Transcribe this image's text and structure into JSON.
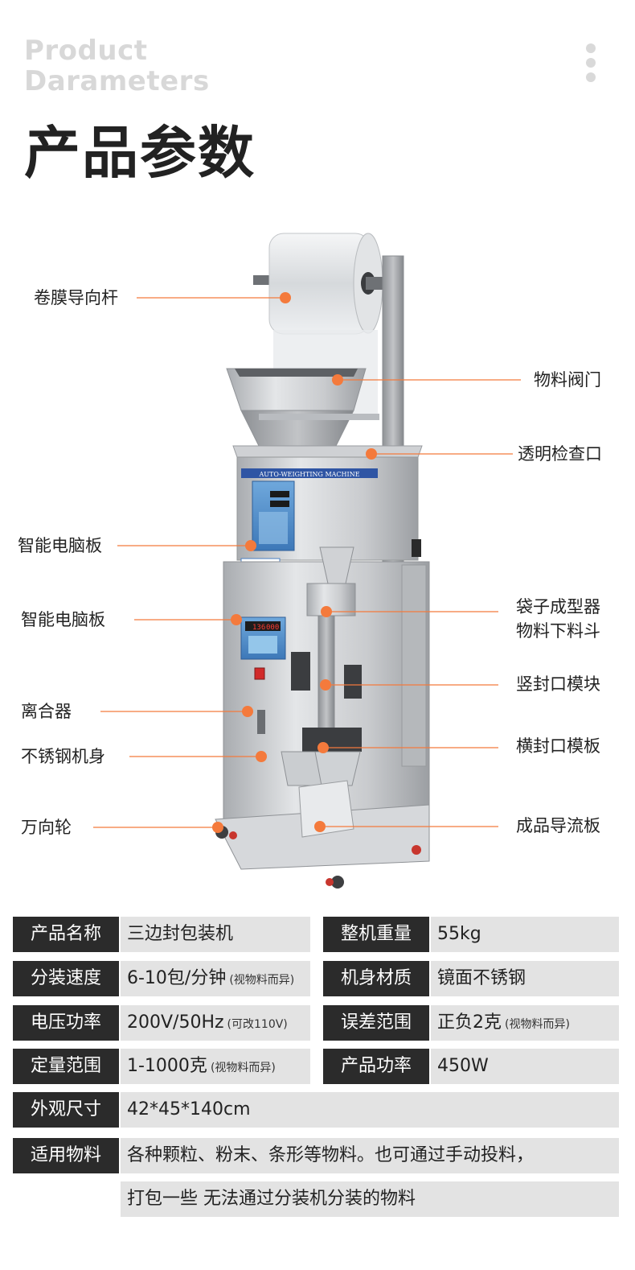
{
  "header": {
    "en_title_line1": "Product",
    "en_title_line2": "Darameters",
    "cn_title": "产品参数"
  },
  "callouts": {
    "left": [
      "卷膜导向杆",
      "智能电脑板",
      "智能电脑板",
      "离合器",
      "不锈钢机身",
      "万向轮"
    ],
    "right": [
      "物料阀门",
      "透明检查口",
      "袋子成型器",
      "物料下料斗",
      "竖封口模块",
      "横封口模板",
      "成品导流板"
    ]
  },
  "machine_panel": {
    "banner_text": "AUTO-WEIGHTING MACHINE",
    "display_upper": "136",
    "display_lower": "000"
  },
  "colors": {
    "accent": "#f47a3c",
    "key_bg": "#2b2b2b",
    "val_bg": "#e3e3e3",
    "title_gray": "#d8d8d8"
  },
  "specs": {
    "product_name_key": "产品名称",
    "product_name_val": "三边封包装机",
    "weight_key": "整机重量",
    "weight_val": "55kg",
    "speed_key": "分装速度",
    "speed_val": "6-10包/分钟",
    "speed_note": "(视物料而异)",
    "material_key": "机身材质",
    "material_val": "镜面不锈钢",
    "voltage_key": "电压功率",
    "voltage_val": "200V/50Hz",
    "voltage_note": "(可改110V)",
    "error_key": "误差范围",
    "error_val": "正负2克",
    "error_note": "(视物料而异)",
    "quant_key": "定量范围",
    "quant_val": "1-1000克",
    "quant_note": "(视物料而异)",
    "power_key": "产品功率",
    "power_val": "450W",
    "size_key": "外观尺寸",
    "size_val": "42*45*140cm",
    "apply_key": "适用物料",
    "apply_val_line1": "各种颗粒、粉末、条形等物料。也可通过手动投料，",
    "apply_val_line2": "打包一些 无法通过分装机分装的物料"
  }
}
